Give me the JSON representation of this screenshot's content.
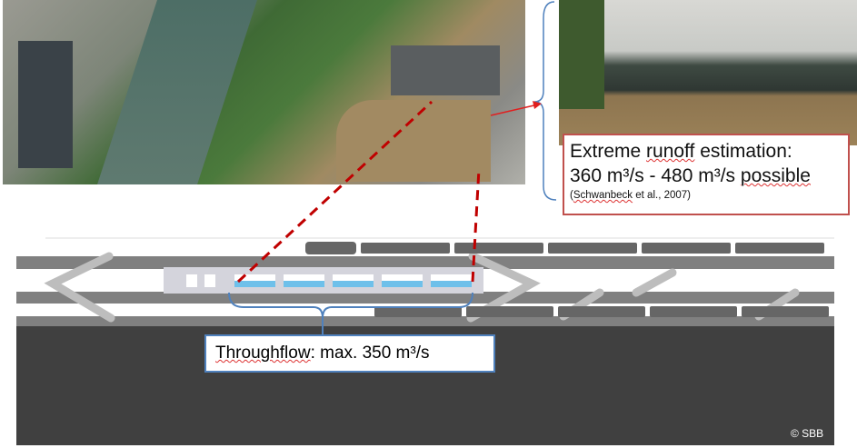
{
  "info_box": {
    "line1_a": "Extreme ",
    "line1_b": "runoff",
    "line1_c": " estimation:",
    "line2_a": "360 m³/s - 480 m³/s ",
    "line2_b": "possible",
    "citation_a": "(",
    "citation_b": "Schwanbeck",
    "citation_c": " et al., 2007)"
  },
  "throughflow": {
    "label_a": "Throughflow",
    "label_b": ": max. 350 m³/s"
  },
  "copyright": "© SBB",
  "colors": {
    "red": "#c00000",
    "blue": "#4f81bd",
    "water": "#6ec0ea",
    "dark": "#404040",
    "gray": "#808080"
  }
}
